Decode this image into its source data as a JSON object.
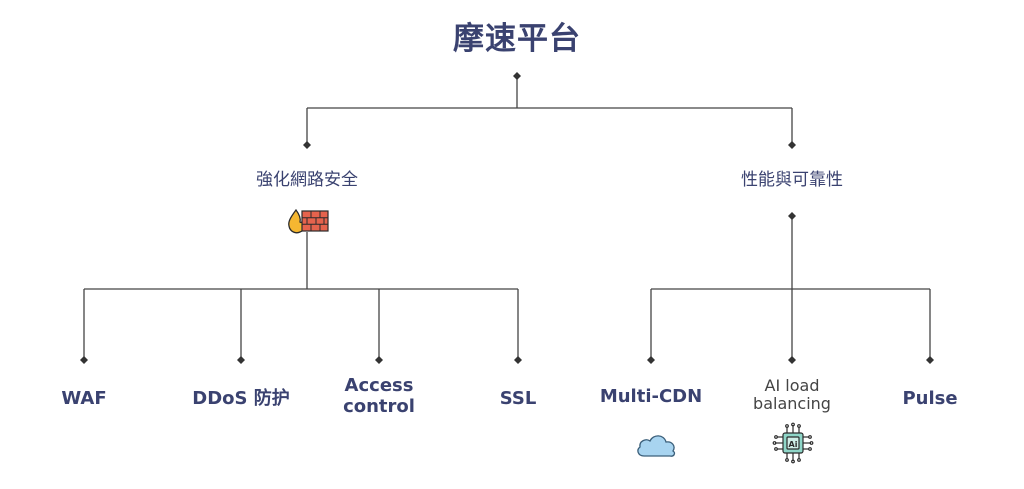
{
  "diagram": {
    "root": {
      "label": "摩速平台"
    },
    "categories": [
      {
        "label": "強化網路安全",
        "icon": "firewall-icon",
        "children": [
          {
            "label": "WAF"
          },
          {
            "label": "DDoS 防护"
          },
          {
            "label": "Access\ncontrol"
          },
          {
            "label": "SSL"
          }
        ]
      },
      {
        "label": "性能與可靠性",
        "children": [
          {
            "label": "Multi-CDN",
            "icon": "cloud-icon"
          },
          {
            "label": "AI load\nbalancing",
            "icon": "ai-chip-icon"
          },
          {
            "label": "Pulse"
          }
        ]
      }
    ],
    "colors": {
      "line": "#444444",
      "text": "#3a4270",
      "cloud_fill": "#a8d4f0",
      "chip_fill": "#8fd6c8",
      "flame": "#f5b731",
      "brick": "#e5634d"
    }
  }
}
